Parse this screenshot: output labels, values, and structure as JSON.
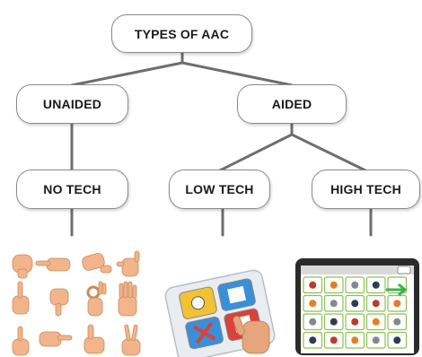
{
  "diagram": {
    "root": "TYPES OF AAC",
    "unaided": "UNAIDED",
    "aided": "AIDED",
    "no_tech": "NO TECH",
    "low_tech": "LOW TECH",
    "high_tech": "HIGH TECH"
  },
  "colors": {
    "connector": "#6e6e6e",
    "node_border": "#8a8a8a",
    "hand_skin": "#f2b48a",
    "tablet_frame": "#2b2b2b",
    "grid_cell_border": "#8cc152",
    "arrow_green": "#3cb34a",
    "button_red": "#d9413a",
    "button_yellow": "#f2c230",
    "button_blue": "#3a8fd9"
  },
  "illustrations": {
    "no_tech": "hand-gestures-photos",
    "low_tech": "four-button-communication-board",
    "high_tech": "tablet-symbol-grid"
  }
}
